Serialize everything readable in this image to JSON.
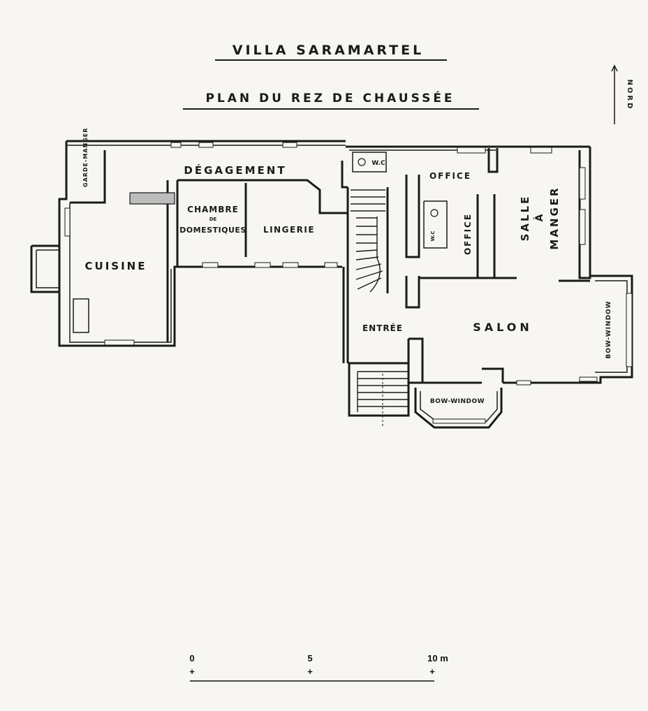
{
  "title": "VILLA SARAMARTEL",
  "subtitle": "PLAN DU REZ DE CHAUSSÉE",
  "north_label": "NORD",
  "rooms": {
    "garde_manger": "GARDE-MANGER",
    "degagement": "DÉGAGEMENT",
    "chambre_line1": "CHAMBRE",
    "chambre_line2": "DE",
    "chambre_line3": "DOMESTIQUES",
    "lingerie": "LINGERIE",
    "cuisine": "CUISINE",
    "wc_top": "W.C",
    "office_top": "OFFICE",
    "wc_mid": "W.C",
    "office_side": "OFFICE",
    "salle_line1": "SALLE",
    "salle_line2": "À",
    "salle_line3": "MANGER",
    "entree": "ENTRÉE",
    "salon": "SALON",
    "bow_window_bottom": "BOW-WINDOW",
    "bow_window_right": "BOW-WINDOW"
  },
  "scale": {
    "tick_0": "0",
    "tick_5": "5",
    "tick_10": "10 m"
  }
}
